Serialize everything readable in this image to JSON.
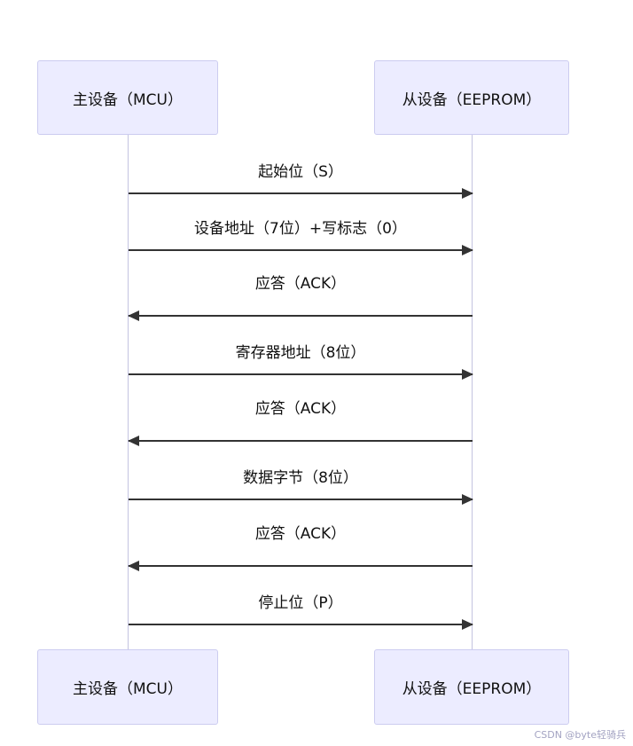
{
  "diagram": {
    "type": "sequence",
    "actors": {
      "master": "主设备（MCU）",
      "slave": "从设备（EEPROM）"
    },
    "messages": [
      {
        "label": "起始位（S）",
        "dir": "right",
        "from": "master",
        "to": "slave"
      },
      {
        "label": "设备地址（7位）+写标志（0）",
        "dir": "right",
        "from": "master",
        "to": "slave"
      },
      {
        "label": "应答（ACK）",
        "dir": "left",
        "from": "slave",
        "to": "master"
      },
      {
        "label": "寄存器地址（8位）",
        "dir": "right",
        "from": "master",
        "to": "slave"
      },
      {
        "label": "应答（ACK）",
        "dir": "left",
        "from": "slave",
        "to": "master"
      },
      {
        "label": "数据字节（8位）",
        "dir": "right",
        "from": "master",
        "to": "slave"
      },
      {
        "label": "应答（ACK）",
        "dir": "left",
        "from": "slave",
        "to": "master"
      },
      {
        "label": "停止位（P）",
        "dir": "right",
        "from": "master",
        "to": "slave"
      }
    ],
    "watermark": "CSDN @byte轻骑兵",
    "colors": {
      "actor_fill": "#ECECFF",
      "actor_border": "#CCCCF0",
      "lifeline": "#C3C3E0",
      "arrow": "#333333",
      "watermark": "#A3A3C2"
    }
  }
}
